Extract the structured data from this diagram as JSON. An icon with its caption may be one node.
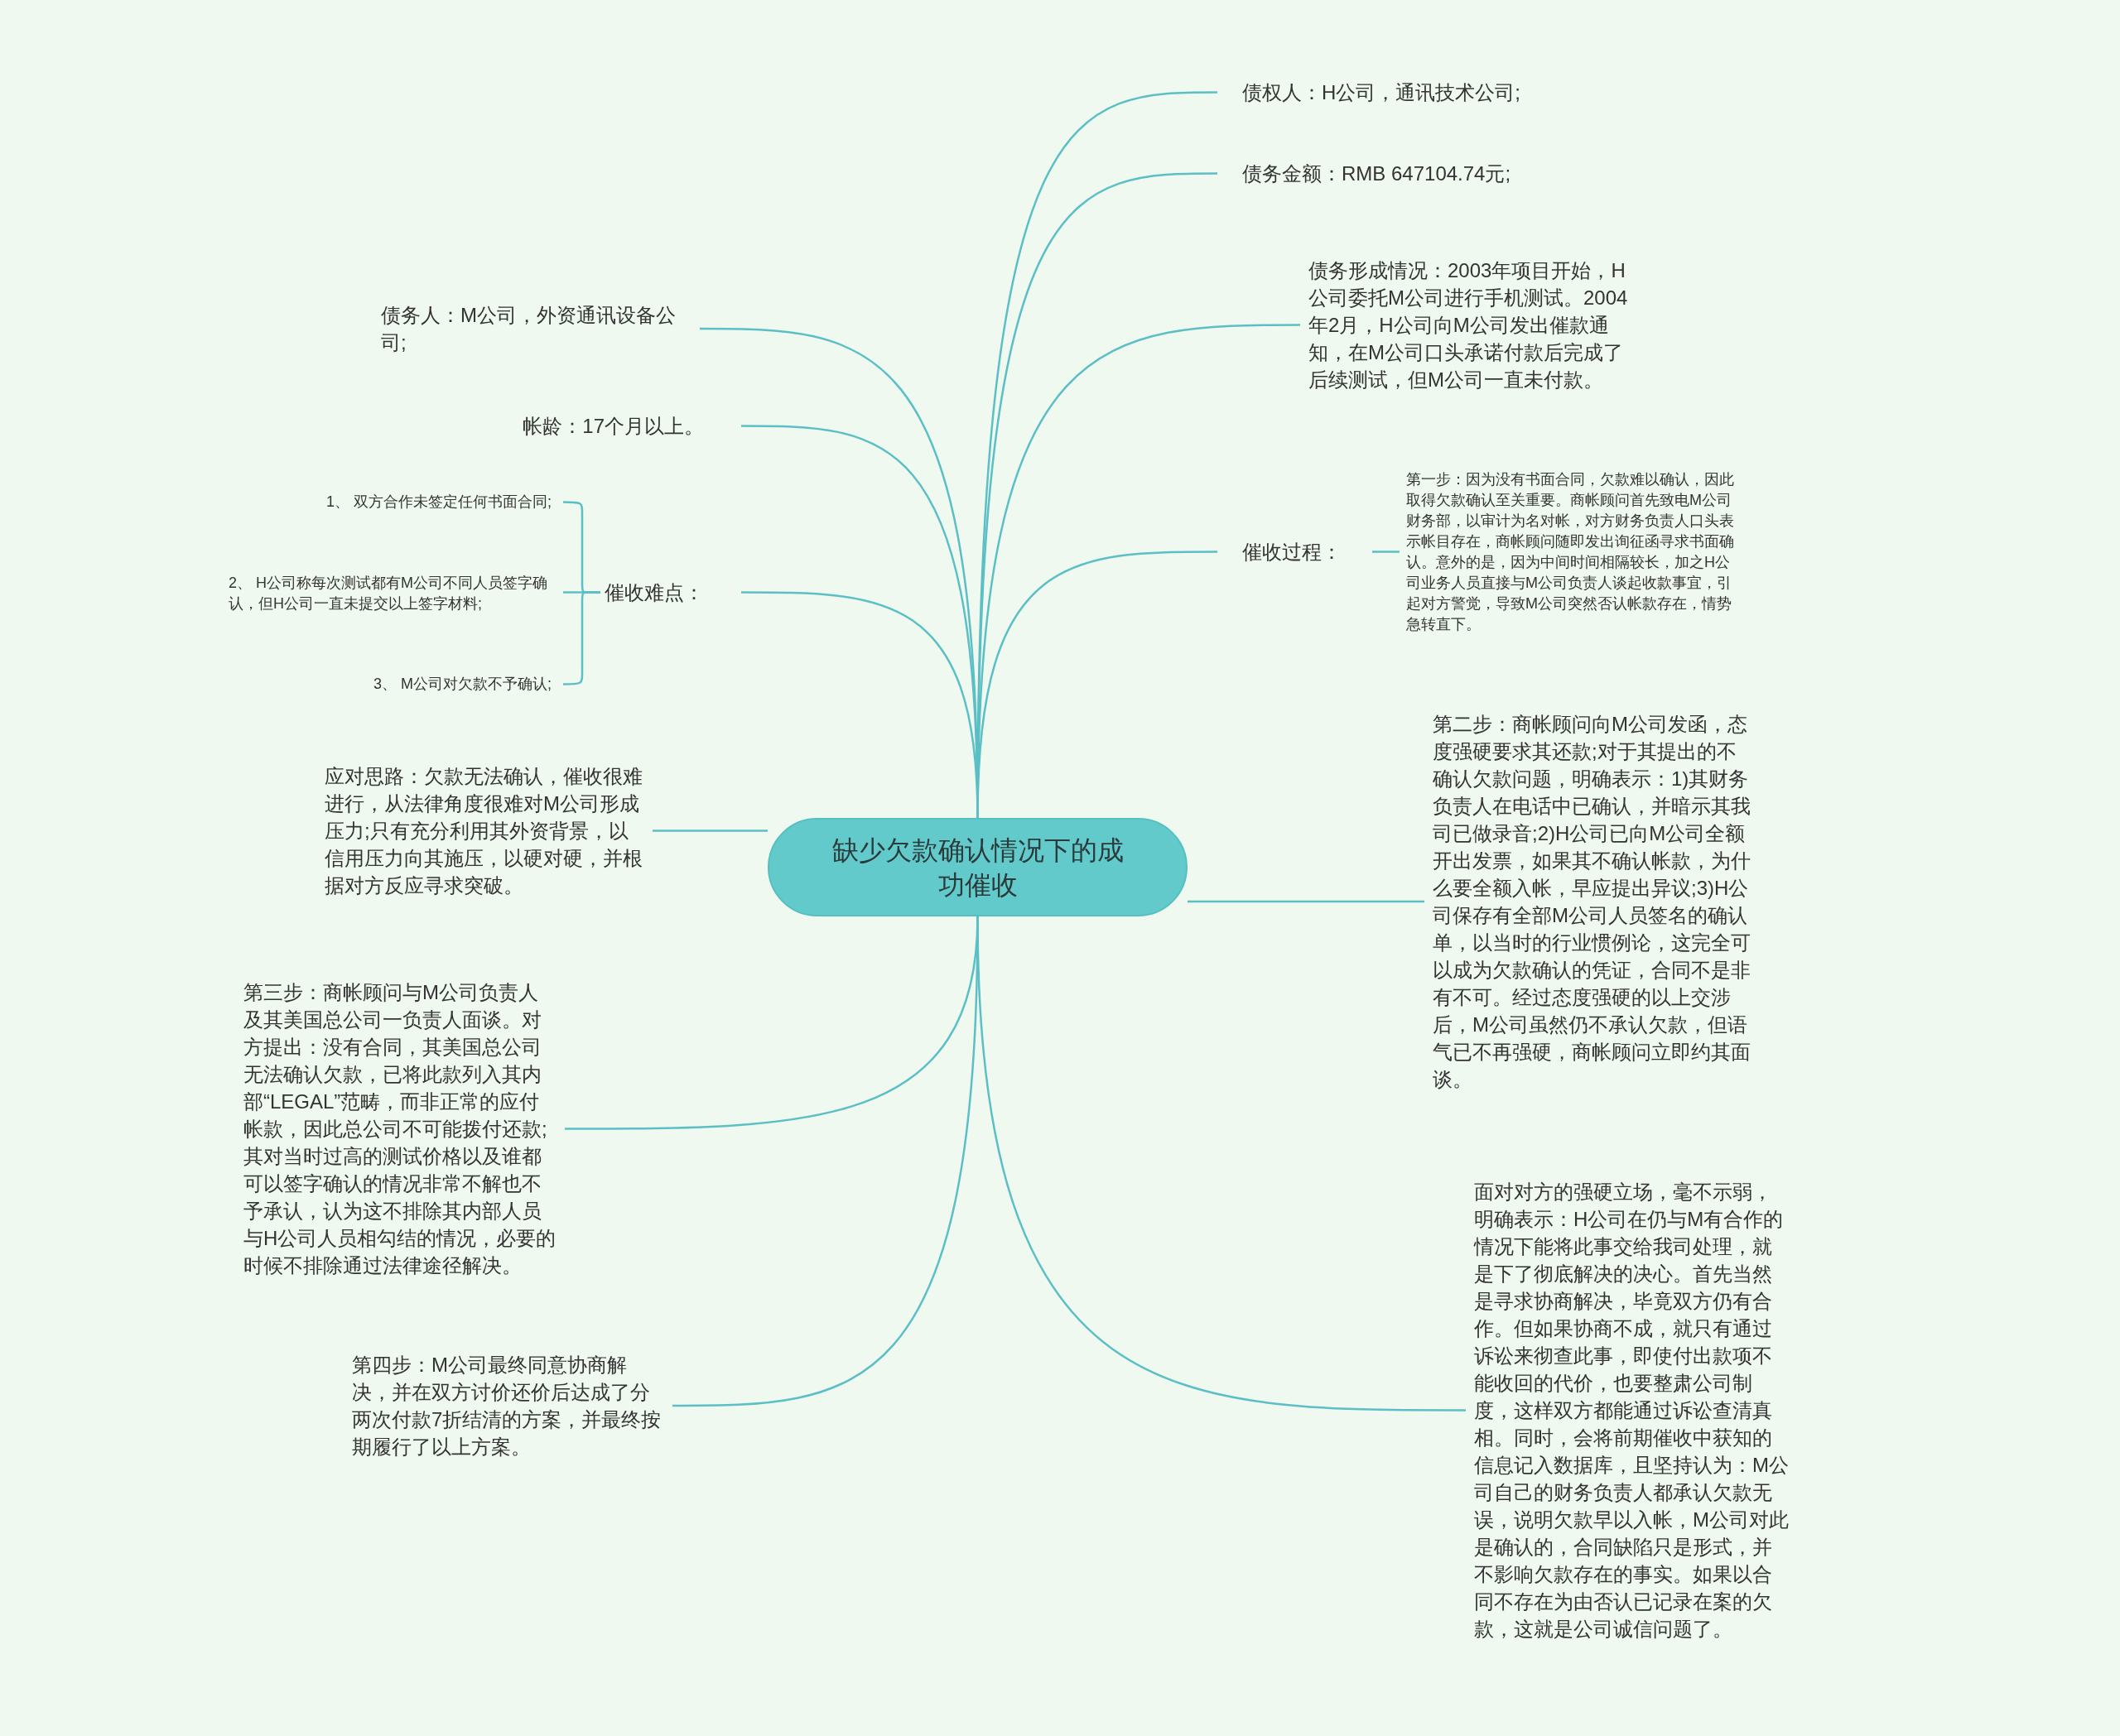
{
  "diagram": {
    "nodes": [
      {
        "text": [
          "缺少欠款确认情况下的成功催收"
        ]
      },
      {
        "text": [
          "债权人：H公司，通讯技术公司;"
        ]
      },
      {
        "text": [
          "债务金额：RMB 647104.74元;"
        ]
      },
      {
        "text": [
          "债务形成情况：2003年项目开始，H公司委托M公司进行手机测试。2004年2月，H公司向M公司发出催款通知，在M公司口头承诺付款后完成了后续测试，但M公司一直未付款。"
        ]
      },
      {
        "text": [
          "催收过程："
        ]
      },
      {
        "text": [
          "第一步：因为没有书面合同，欠款难以确认，因此取得欠款确认至关重要。商帐顾问首先致电M公司财务部，以审计为名对帐，对方财务负责人口头表示帐目存在，商帐顾问随即发出询征函寻求书面确认。意外的是，因为中间时间相隔较长，加之H公司业务人员直接与M公司负责人谈起收款事宜，引起对方警觉，导致M公司突然否认帐款存在，情势急转直下。"
        ]
      },
      {
        "text": [
          "第二步：商帐顾问向M公司发函，态度强硬要求其还款;对于其提出的不确认欠款问题，明确表示：1)其财务负责人在电话中已确认，并暗示其我司已做录音;2)H公司已向M公司全额开出发票，如果其不确认帐款，为什么要全额入帐，早应提出异议;3)H公司保存有全部M公司人员签名的确认单，以当时的行业惯例论，这完全可以成为欠款确认的凭证，合同不是非有不可。经过态度强硬的以上交涉后，M公司虽然仍不承认欠款，但语气已不再强硬，商帐顾问立即约其面谈。"
        ]
      },
      {
        "text": [
          "面对对方的强硬立场，毫不示弱，明确表示：H公司在仍与M有合作的情况下能将此事交给我司处理，就是下了彻底解决的决心。首先当然是寻求协商解决，毕竟双方仍有合作。但如果协商不成，就只有通过诉讼来彻查此事，即使付出款项不能收回的代价，也要整肃公司制度，这样双方都能通过诉讼查清真相。同时，会将前期催收中获知的信息记入数据库，且坚持认为：M公司自己的财务负责人都承认欠款无误，说明欠款早以入帐，M公司对此是确认的，合同缺陷只是形式，并不影响欠款存在的事实。如果以合同不存在为由否认已记录在案的欠款，这就是公司诚信问题了。"
        ]
      },
      {
        "text": [
          "债务人：M公司，外资通讯设备公司;"
        ]
      },
      {
        "text": [
          "帐龄：17个月以上。"
        ]
      },
      {
        "text": [
          "催收难点："
        ]
      },
      {
        "text": [
          "1、 双方合作未签定任何书面合同;"
        ]
      },
      {
        "text": [
          "2、 H公司称每次测试都有M公司不同人员签字确认，但H公司一直未提交以上签字材料;"
        ]
      },
      {
        "text": [
          "3、 M公司对欠款不予确认;"
        ]
      },
      {
        "text": [
          "应对思路：欠款无法确认，催收很难进行，从法律角度很难对M公司形成压力;只有充分利用其外资背景，以信用压力向其施压，以硬对硬，并根据对方反应寻求突破。"
        ]
      },
      {
        "text": [
          "第三步：商帐顾问与M公司负责人及其美国总公司一负责人面谈。对方提出：没有合同，其美国总公司无法确认欠款，已将此款列入其内部“LEGAL”范畴，而非正常的应付帐款，因此总公司不可能拨付还款;其对当时过高的测试价格以及谁都可以签字确认的情况非常不解也不予承认，认为这不排除其内部人员与H公司人员相勾结的情况，必要的时候不排除通过法律途径解决。"
        ]
      },
      {
        "text": [
          "第四步：M公司最终同意协商解决，并在双方讨价还价后达成了分两次付款7折结清的方案，并最终按期履行了以上方案。"
        ]
      }
    ],
    "edges": [
      {
        "from": 0,
        "to": 1,
        "arrow": "none"
      },
      {
        "from": 0,
        "to": 2,
        "arrow": "none"
      },
      {
        "from": 0,
        "to": 3,
        "arrow": "none"
      },
      {
        "from": 0,
        "to": 4,
        "arrow": "none"
      },
      {
        "from": 4,
        "to": 5,
        "arrow": "none"
      },
      {
        "from": 0,
        "to": 6,
        "arrow": "none"
      },
      {
        "from": 0,
        "to": 7,
        "arrow": "none"
      },
      {
        "from": 0,
        "to": 8,
        "arrow": "none"
      },
      {
        "from": 0,
        "to": 9,
        "arrow": "none"
      },
      {
        "from": 0,
        "to": 10,
        "arrow": "none"
      },
      {
        "from": 10,
        "to": 11,
        "arrow": "none"
      },
      {
        "from": 10,
        "to": 12,
        "arrow": "none"
      },
      {
        "from": 10,
        "to": 13,
        "arrow": "none"
      },
      {
        "from": 0,
        "to": 14,
        "arrow": "none"
      },
      {
        "from": 0,
        "to": 15,
        "arrow": "none"
      },
      {
        "from": 0,
        "to": 16,
        "arrow": "none"
      }
    ]
  }
}
